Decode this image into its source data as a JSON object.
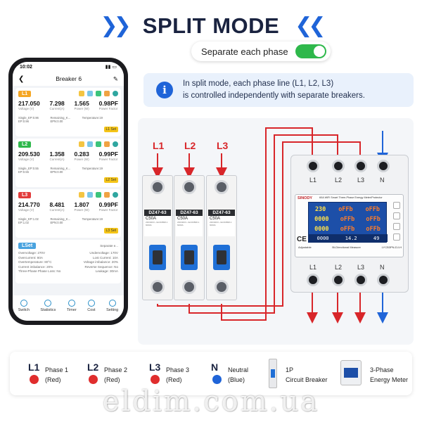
{
  "header": {
    "title": "SPLIT MODE"
  },
  "toggle": {
    "label": "Separate each phase",
    "state": "on"
  },
  "info": {
    "line1": "In split mode, each phase line (L1, L2, L3)",
    "line2": "is controlled independently with separate breakers."
  },
  "phone": {
    "time": "10:02",
    "title": "Breaker 6",
    "phases": [
      {
        "tag": "L1",
        "color": "#f5a623",
        "voltage": "217.050",
        "current": "7.298",
        "power": "1.565",
        "pf": "0.98PF",
        "v_lbl": "Voltage (V)",
        "c_lbl": "Current(A)",
        "p_lbl": "Power (W)",
        "pf_lbl": "Power Factor",
        "s1": "Single_EP:0.96",
        "s2": "Remaining_K...",
        "s3": "Temperature:19",
        "s4": "EP:0.96",
        "s5": "EPN:0.00",
        "set": "L1 Set"
      },
      {
        "tag": "L2",
        "color": "#2eb84b",
        "voltage": "209.530",
        "current": "1.358",
        "power": "0.283",
        "pf": "0.99PF",
        "v_lbl": "Voltage (V)",
        "c_lbl": "Current(A)",
        "p_lbl": "Power (W)",
        "pf_lbl": "Power Factor",
        "s1": "Single_EP:0.55",
        "s2": "Remaining_K...",
        "s3": "Temperature:19",
        "s4": "EP:0.55",
        "s5": "EPN:0.00",
        "set": "L2 Set"
      },
      {
        "tag": "L3",
        "color": "#e23b3b",
        "voltage": "214.770",
        "current": "8.481",
        "power": "1.807",
        "pf": "0.99PF",
        "v_lbl": "Voltage (V)",
        "c_lbl": "Current(A)",
        "p_lbl": "Power (W)",
        "pf_lbl": "Power Factor",
        "s1": "Single_EP:1.02",
        "s2": "Remaining_K...",
        "s3": "Temperature:19",
        "s4": "EP:1.02",
        "s5": "EPN:0.00",
        "set": "L3 Set"
      }
    ],
    "lset": {
      "tag": "LSet",
      "separate": "Separate e...",
      "rows": [
        [
          "Overvoltage: 270V",
          "Undervoltage: 170V"
        ],
        [
          "Overcurrent: 80A",
          "Lost Current: 10A"
        ],
        [
          "Overtemperature: 80°C",
          "Voltage imbalance: 20%"
        ],
        [
          "Current imbalance: 20%",
          "Reverse Sequence: No"
        ],
        [
          "Three-Phase Phase Loss: No",
          "Leakage: 30mA"
        ]
      ]
    },
    "nav": [
      "Switch",
      "Statistics",
      "Timer",
      "Cost",
      "Setting"
    ]
  },
  "breakers": [
    {
      "label": "L1",
      "model": "DZ47-63",
      "rating": "C50A",
      "spec": "230/400V~ IEC60898-1",
      "cap": "6000A"
    },
    {
      "label": "L2",
      "model": "DZ47-63",
      "rating": "C50A",
      "spec": "230/400V~ IEC60898-1",
      "cap": "6000A"
    },
    {
      "label": "L3",
      "model": "DZ47-63",
      "rating": "C50A",
      "spec": "230/400V~ IEC60898-1",
      "cap": "6000A"
    }
  ],
  "meter": {
    "top_terms": [
      "L1",
      "L2",
      "L3",
      "N"
    ],
    "bottom_terms": [
      "L1",
      "L2",
      "L3",
      "N"
    ],
    "brand": "SINODY",
    "title": "60A WiFi Smart Three-Phase Energy Meter/Protector",
    "rows": [
      [
        "230",
        "oFFb",
        "oFFb"
      ],
      [
        "0000",
        "oFFb",
        "oFFb"
      ],
      [
        "0000",
        "oFFb",
        "oFFb"
      ]
    ],
    "bottom_line": [
      "0000",
      "14.2",
      "49"
    ],
    "foot_left": "Adjustable",
    "foot_mid": "Bi-Directional Measure",
    "foot_right": "LYCB3PN-DJ-H",
    "ce": "CE"
  },
  "legend": [
    {
      "code": "L1",
      "name": "Phase 1",
      "note": "(Red)",
      "color": "#e02d2d"
    },
    {
      "code": "L2",
      "name": "Phase 2",
      "note": "(Red)",
      "color": "#e02d2d"
    },
    {
      "code": "L3",
      "name": "Phase 3",
      "note": "(Red)",
      "color": "#e02d2d"
    },
    {
      "code": "N",
      "name": "Neutral",
      "note": "(Blue)",
      "color": "#1f64d8"
    }
  ],
  "legend_extra": [
    {
      "line1": "1P",
      "line2": "Circuit Breaker"
    },
    {
      "line1": "3-Phase",
      "line2": "Energy Meter"
    }
  ],
  "watermark": "eldim.com.ua",
  "colors": {
    "accent": "#1f64d8",
    "phase": "#e02d2d",
    "neutral": "#1f64d8",
    "toggle_on": "#2eb84b"
  }
}
